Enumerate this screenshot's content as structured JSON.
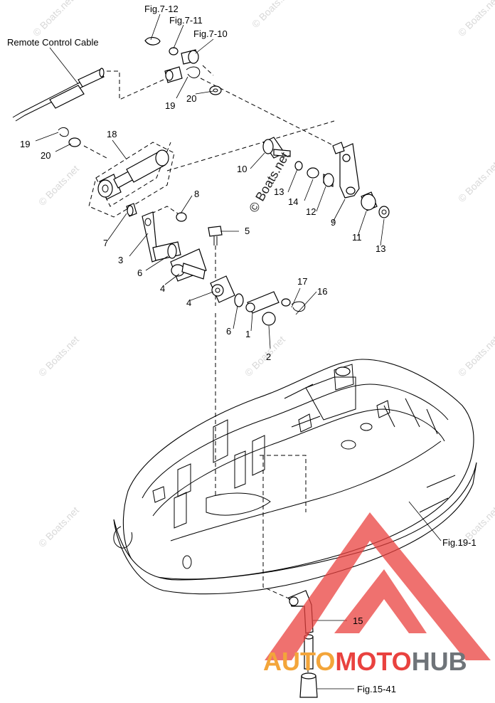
{
  "diagram": {
    "cable_label": "Remote Control Cable",
    "fig_refs": {
      "fig_7_12": "Fig.7-12",
      "fig_7_11": "Fig.7-11",
      "fig_7_10": "Fig.7-10",
      "fig_19_1": "Fig.19-1",
      "fig_15_41": "Fig.15-41"
    },
    "callouts": {
      "c1": "1",
      "c2": "2",
      "c3": "3",
      "c4a": "4",
      "c4b": "4",
      "c5": "5",
      "c6a": "6",
      "c6b": "6",
      "c7": "7",
      "c8": "8",
      "c9": "9",
      "c10": "10",
      "c11": "11",
      "c12": "12",
      "c13a": "13",
      "c13b": "13",
      "c14": "14",
      "c15": "15",
      "c16": "16",
      "c17": "17",
      "c18": "18",
      "c19a": "19",
      "c19b": "19",
      "c20a": "20",
      "c20b": "20"
    }
  },
  "watermarks": {
    "boats_net": "© Boats.net",
    "brand_part1": "AUTO",
    "brand_part2": "MOTO",
    "brand_part3": "HUB"
  },
  "colors": {
    "brand_orange": "#f3a53a",
    "brand_red": "#e9423f",
    "brand_gray": "#6f7479",
    "line": "#000000",
    "watermark": "#d9d9d9"
  }
}
